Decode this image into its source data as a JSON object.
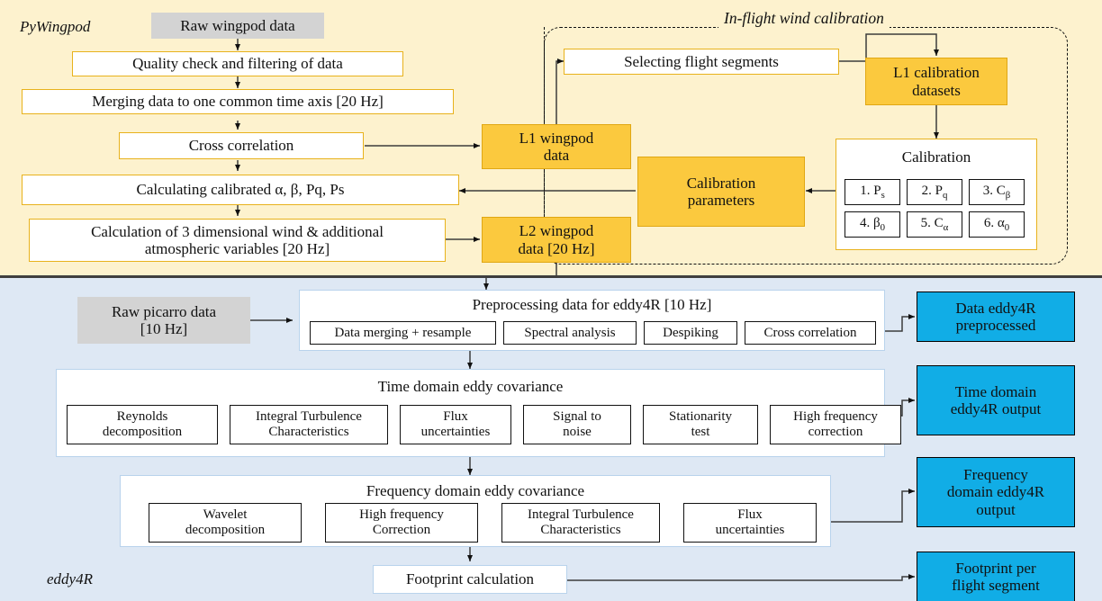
{
  "figure": {
    "type": "flowchart",
    "sections": [
      {
        "id": "pywingpod",
        "label": "PyWingpod",
        "background": "#FDF2CE"
      },
      {
        "id": "eddy4r",
        "label": "eddy4R",
        "background": "#DEE8F4"
      }
    ],
    "colors": {
      "top_background": "#FDF2CE",
      "bottom_background": "#DEE8F4",
      "gold_node": "#FBC93E",
      "gold_border": "#E0A713",
      "white_yellow_border": "#E8B21C",
      "grey_node": "#D3D3D3",
      "blue_output": "#11ADE6",
      "blue_border_light": "#B9D3EC",
      "text": "#111111"
    }
  },
  "pywingpod": {
    "section_label": "PyWingpod",
    "raw_input": "Raw wingpod data",
    "steps": [
      "Quality check and filtering of data",
      "Merging data to one common time axis [20 Hz]",
      "Cross correlation",
      "Calculating calibrated α, β, Pq, Ps"
    ],
    "step_wind_line1": "Calculation of 3 dimensional wind & additional",
    "step_wind_line2": "atmospheric variables [20 Hz]",
    "l1_wingpod_line1": "L1 wingpod",
    "l1_wingpod_line2": "data",
    "l2_wingpod_line1": "L2 wingpod",
    "l2_wingpod_line2": "data [20 Hz]"
  },
  "calibration": {
    "region_title": "In-flight wind calibration",
    "selecting_flight_segments": "Selecting flight segments",
    "l1_calibration_line1": "L1 calibration",
    "l1_calibration_line2": "datasets",
    "calibration_box_title": "Calibration",
    "parameters": [
      {
        "index": "1.",
        "symbol": "P",
        "sub": "s"
      },
      {
        "index": "2.",
        "symbol": "P",
        "sub": "q"
      },
      {
        "index": "3.",
        "symbol": "C",
        "sub": "β"
      },
      {
        "index": "4.",
        "symbol": "β",
        "sub": "0"
      },
      {
        "index": "5.",
        "symbol": "C",
        "sub": "α"
      },
      {
        "index": "6.",
        "symbol": "α",
        "sub": "0"
      }
    ],
    "calibration_parameters_line1": "Calibration",
    "calibration_parameters_line2": "parameters"
  },
  "eddy4r": {
    "section_label": "eddy4R",
    "raw_input_line1": "Raw picarro data",
    "raw_input_line2": "[10 Hz]",
    "preprocessing": {
      "title": "Preprocessing data for eddy4R [10 Hz]",
      "items": [
        "Data merging + resample",
        "Spectral analysis",
        "Despiking",
        "Cross correlation"
      ]
    },
    "time_domain": {
      "title": "Time domain eddy covariance",
      "items": [
        [
          "Reynolds",
          "decomposition"
        ],
        [
          "Integral Turbulence",
          "Characteristics"
        ],
        [
          "Flux",
          "uncertainties"
        ],
        [
          "Signal to",
          "noise"
        ],
        [
          "Stationarity",
          "test"
        ],
        [
          "High frequency",
          "correction"
        ]
      ]
    },
    "frequency_domain": {
      "title": "Frequency domain eddy covariance",
      "items": [
        [
          "Wavelet",
          "decomposition"
        ],
        [
          "High frequency",
          "Correction"
        ],
        [
          "Integral Turbulence",
          "Characteristics"
        ],
        [
          "Flux",
          "uncertainties"
        ]
      ]
    },
    "footprint": "Footprint calculation",
    "outputs": [
      {
        "line1": "Data eddy4R",
        "line2": "preprocessed",
        "line3": ""
      },
      {
        "line1": "Time domain",
        "line2": "eddy4R output",
        "line3": ""
      },
      {
        "line1": "Frequency",
        "line2": "domain eddy4R",
        "line3": "output"
      },
      {
        "line1": "Footprint per",
        "line2": "flight segment",
        "line3": ""
      }
    ]
  }
}
